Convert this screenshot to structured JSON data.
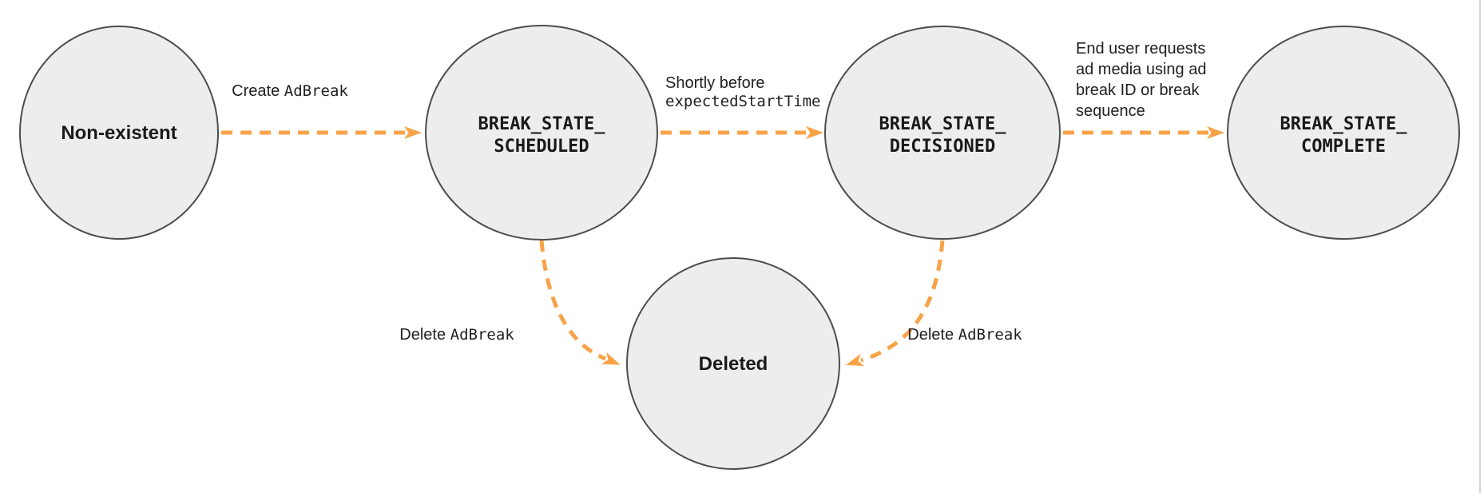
{
  "diagram": {
    "description": "Ad break state transition diagram",
    "colors": {
      "background": "#ffffff",
      "arrow": "#f8a348",
      "node_fill": "#ededed",
      "node_border": "#4d4d4d",
      "label_text": "#202124",
      "border_line": "#d6d6d6"
    },
    "nodes": {
      "non_existent": {
        "label": "Non-existent"
      },
      "scheduled": {
        "line1": "BREAK_STATE_",
        "line2": "SCHEDULED"
      },
      "decisioned": {
        "line1": "BREAK_STATE_",
        "line2": "DECISIONED"
      },
      "complete": {
        "line1": "BREAK_STATE_",
        "line2": "COMPLETE"
      },
      "deleted": {
        "label": "Deleted"
      }
    },
    "edges": {
      "create_adbreak": {
        "prefix": "Create ",
        "code": "AdBreak"
      },
      "shortly_before": {
        "line1": "Shortly before",
        "line2_code": "expectedStartTime"
      },
      "end_user_request": {
        "lines": [
          "End user requests",
          "ad media using ad",
          "break ID or break",
          "sequence"
        ]
      },
      "delete_adbreak_left": {
        "prefix": "Delete ",
        "code": "AdBreak"
      },
      "delete_adbreak_right": {
        "prefix": "Delete ",
        "code": "AdBreak"
      }
    }
  }
}
